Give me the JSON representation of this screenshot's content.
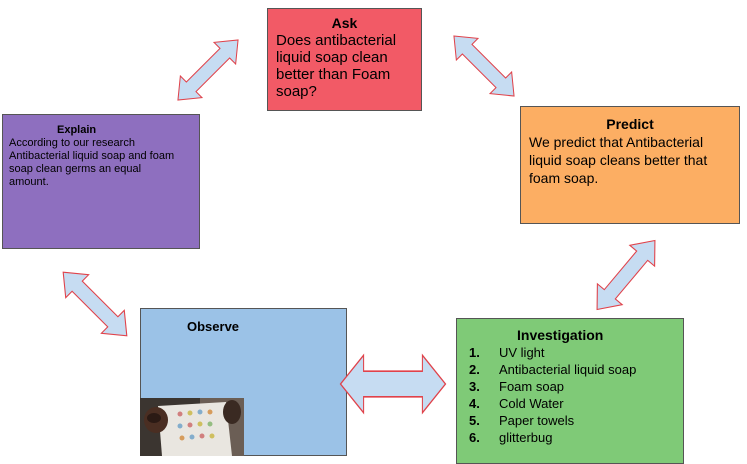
{
  "ask": {
    "title": "Ask",
    "lines": [
      "Does antibacterial",
      "liquid soap clean",
      "better than Foam",
      "soap?"
    ]
  },
  "predict": {
    "title": "Predict",
    "lines": [
      "We predict that Antibacterial",
      "liquid soap cleans  better that",
      "foam soap."
    ]
  },
  "explain": {
    "title": "Explain",
    "lines": [
      "According to our research",
      "Antibacterial liquid soap and foam",
      "soap clean germs an equal",
      "amount."
    ]
  },
  "observe": {
    "title": "Observe"
  },
  "investigation": {
    "title": "Investigation",
    "items": [
      {
        "num": "1.",
        "text": "UV light"
      },
      {
        "num": "2.",
        "text": "Antibacterial liquid soap"
      },
      {
        "num": "3.",
        "text": "Foam soap"
      },
      {
        "num": "4.",
        "text": "Cold Water"
      },
      {
        "num": "5.",
        "text": "Paper towels"
      },
      {
        "num": "6.",
        "text": "glitterbug"
      }
    ]
  },
  "colors": {
    "ask": "#f25a66",
    "predict": "#fcae63",
    "explain": "#8e6fbf",
    "observe": "#9bc2e7",
    "investigation": "#7fca77",
    "arrow_fill": "#c6dcf2",
    "arrow_stroke": "#e0424a"
  }
}
